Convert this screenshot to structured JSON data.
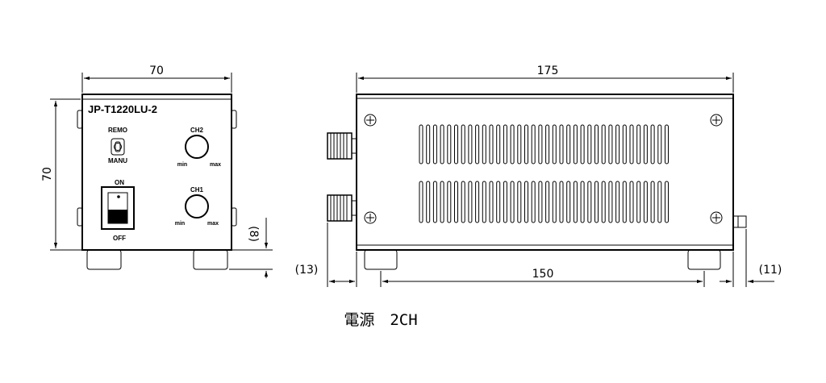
{
  "caption": "電源　2CH",
  "front_view": {
    "model_label": "JP-T1220LU-2",
    "switch_top_label": "REMO",
    "switch_bottom_label": "MANU",
    "ch2_label": "CH2",
    "ch1_label": "CH1",
    "knob_min_label": "min",
    "knob_max_label": "max",
    "power_on_label": "ON",
    "power_off_label": "OFF"
  },
  "dimensions": {
    "front_width": "70",
    "front_height": "70",
    "foot_height": "(8)",
    "side_length": "175",
    "foot_spacing": "150",
    "front_protrusion": "(13)",
    "rear_protrusion": "(11)"
  }
}
